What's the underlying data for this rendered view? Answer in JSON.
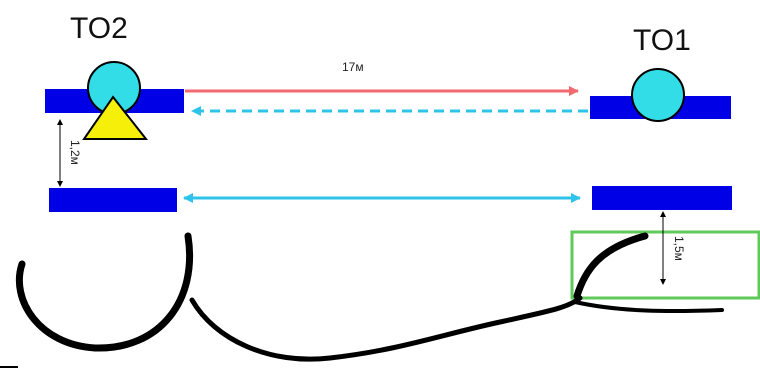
{
  "labels": {
    "to2": "TO2",
    "to1": "TO1",
    "distance_top": "17м",
    "height_left": "1,2м",
    "height_right": "1,5м"
  },
  "colors": {
    "bar": "#0000e6",
    "circle": "#33dde8",
    "triangle": "#f5ef0a",
    "arrow_top": "#f26a70",
    "arrow_cyan": "#2ec3ea",
    "highlight_box": "#5fc95a",
    "cable": "#000000"
  }
}
